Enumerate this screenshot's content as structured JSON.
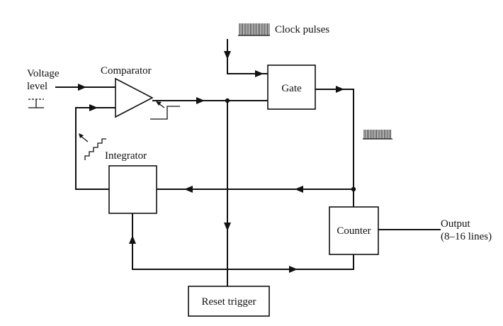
{
  "labels": {
    "clock_pulses": "Clock pulses",
    "voltage_line1": "Voltage",
    "voltage_line2": "level",
    "comparator": "Comparator",
    "gate": "Gate",
    "integrator": "Integrator",
    "counter": "Counter",
    "output_line1": "Output",
    "output_line2": "(8–16 lines)",
    "reset_trigger": "Reset trigger"
  }
}
